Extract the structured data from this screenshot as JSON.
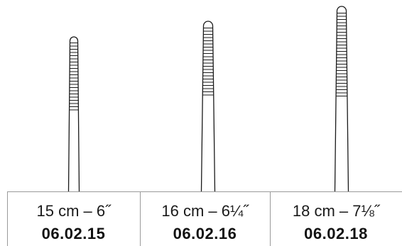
{
  "products": [
    {
      "size": "15 cm – 6˝",
      "code": "06.02.15"
    },
    {
      "size": "16 cm – 6¼˝",
      "code": "06.02.16"
    },
    {
      "size": "18 cm – 7⅛˝",
      "code": "06.02.18"
    }
  ]
}
